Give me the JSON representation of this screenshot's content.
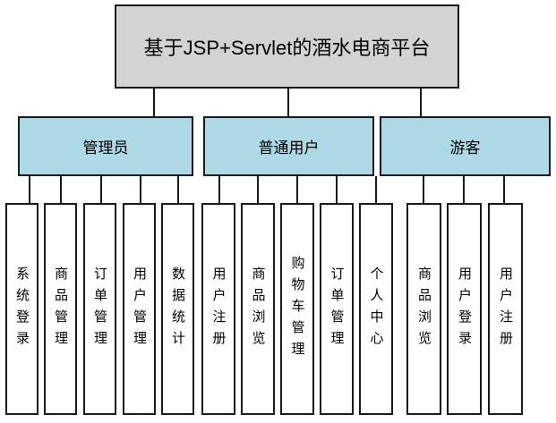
{
  "root": {
    "title": "基于JSP+Servlet的酒水电商平台"
  },
  "groups": [
    {
      "label": "管理员",
      "children": [
        "系统登录",
        "商品管理",
        "订单管理",
        "用户管理",
        "数据统计"
      ]
    },
    {
      "label": "普通用户",
      "children": [
        "用户注册",
        "商品浏览",
        "购物车管理",
        "订单管理",
        "个人中心"
      ]
    },
    {
      "label": "游客",
      "children": [
        "商品浏览",
        "用户登录",
        "用户注册"
      ]
    }
  ],
  "colors": {
    "root_fill": "#d3d3d3",
    "group_fill": "#add8e6",
    "border": "#1a1a1a",
    "background": "#ffffff",
    "text": "#000000"
  }
}
